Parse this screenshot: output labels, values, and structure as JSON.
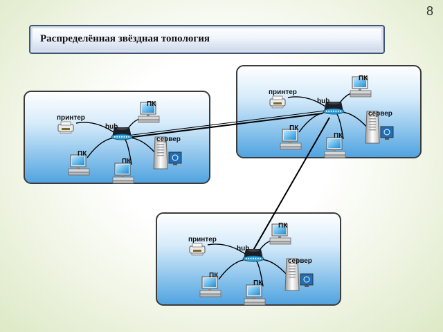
{
  "slide_number": "8",
  "title": "Распределённая звёздная топология",
  "colors": {
    "panel_top": "#ffffff",
    "panel_bottom": "#4fa3e0",
    "panel_border": "#3b3b3b",
    "hub_body": "#1b1e24",
    "hub_band": "#2f9fd8",
    "link_line": "#000000"
  },
  "clusters": [
    {
      "name": "cluster-left",
      "labels": {
        "pc_top": "ПК",
        "printer": "принтер",
        "hub": "hub",
        "server": "сервер",
        "pc_left": "ПК",
        "pc_bottom": "ПК"
      }
    },
    {
      "name": "cluster-right",
      "labels": {
        "pc_top": "ПК",
        "printer": "принтер",
        "hub": "hub",
        "server": "сервер",
        "pc_left": "ПК",
        "pc_bottom": "ПК"
      }
    },
    {
      "name": "cluster-bottom",
      "labels": {
        "pc_top": "ПК",
        "printer": "принтер",
        "hub": "hub",
        "server": "сервер",
        "pc_left": "ПК",
        "pc_bottom": "ПК"
      }
    }
  ]
}
